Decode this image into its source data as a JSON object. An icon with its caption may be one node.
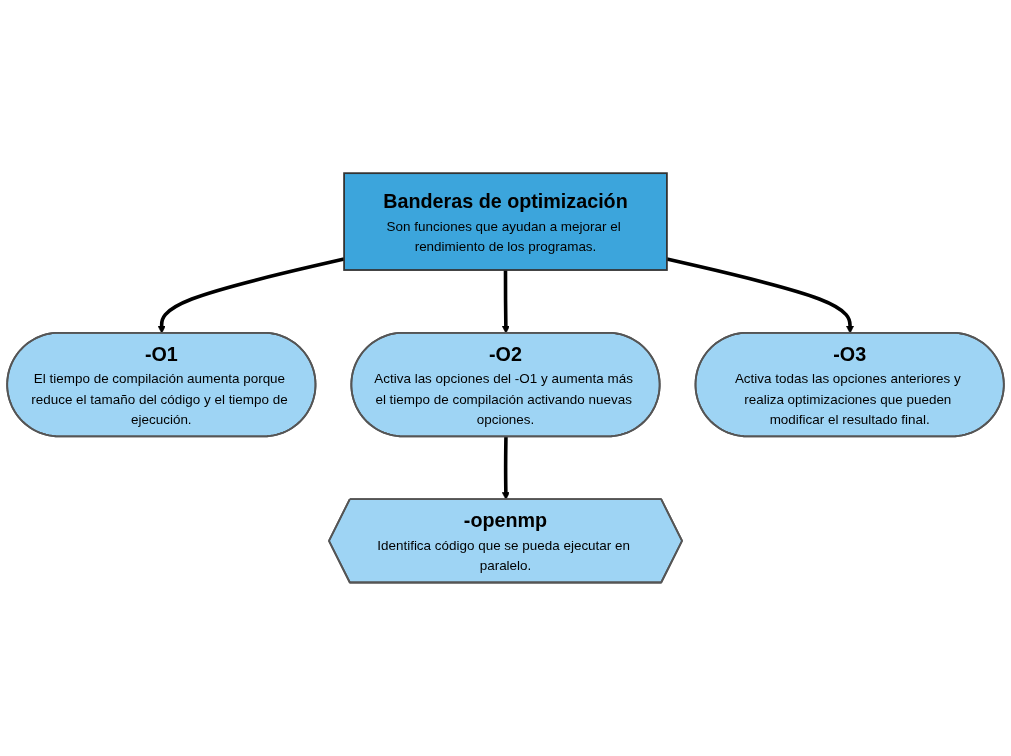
{
  "diagram": {
    "nodes": [
      {
        "text": [
          "Banderas de optimización",
          "Son funciones que ayudan a mejorar el rendimiento de los programas."
        ]
      },
      {
        "text": [
          "-O1",
          "El tiempo de compilación aumenta porque reduce el tamaño del código y el tiempo de ejecución."
        ]
      },
      {
        "text": [
          "-O2",
          "Activa las opciones del -O1 y aumenta más el tiempo de compilación activando nuevas opciones."
        ]
      },
      {
        "text": [
          "-O3",
          "Activa todas las opciones anteriores y realiza optimizaciones que pueden modificar el resultado final."
        ]
      },
      {
        "text": [
          "-openmp",
          "Identifica código que se pueda ejecutar en paralelo."
        ]
      }
    ],
    "edges": [
      {
        "from": 0,
        "to": 1,
        "arrow": "to"
      },
      {
        "from": 0,
        "to": 2,
        "arrow": "to"
      },
      {
        "from": 0,
        "to": 3,
        "arrow": "to"
      },
      {
        "from": 2,
        "to": 4,
        "arrow": "to"
      }
    ]
  }
}
